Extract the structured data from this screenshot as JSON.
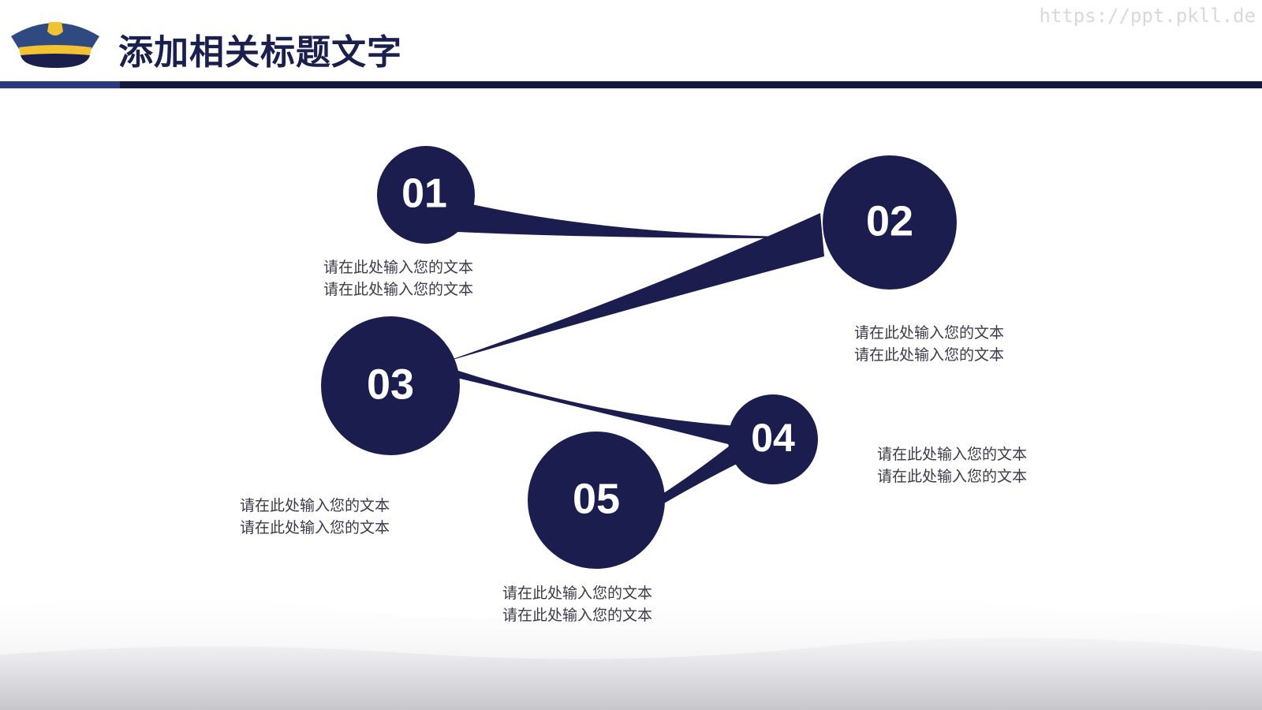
{
  "header": {
    "title": "添加相关标题文字",
    "watermark": "https://ppt.pkll.de",
    "icon": "police-cap-icon"
  },
  "colors": {
    "primary": "#1b1d4f",
    "header_bar": "#141a3f",
    "cap_blue": "#2f4a80",
    "cap_badge": "#f2c230",
    "text": "#3a3a4a"
  },
  "nodes": [
    {
      "number": "01",
      "lines": [
        "请在此处输入您的文本",
        "请在此处输入您的文本"
      ]
    },
    {
      "number": "02",
      "lines": [
        "请在此处输入您的文本",
        "请在此处输入您的文本"
      ]
    },
    {
      "number": "03",
      "lines": [
        "请在此处输入您的文本",
        "请在此处输入您的文本"
      ]
    },
    {
      "number": "04",
      "lines": [
        "请在此处输入您的文本",
        "请在此处输入您的文本"
      ]
    },
    {
      "number": "05",
      "lines": [
        "请在此处输入您的文本",
        "请在此处输入您的文本"
      ]
    }
  ]
}
